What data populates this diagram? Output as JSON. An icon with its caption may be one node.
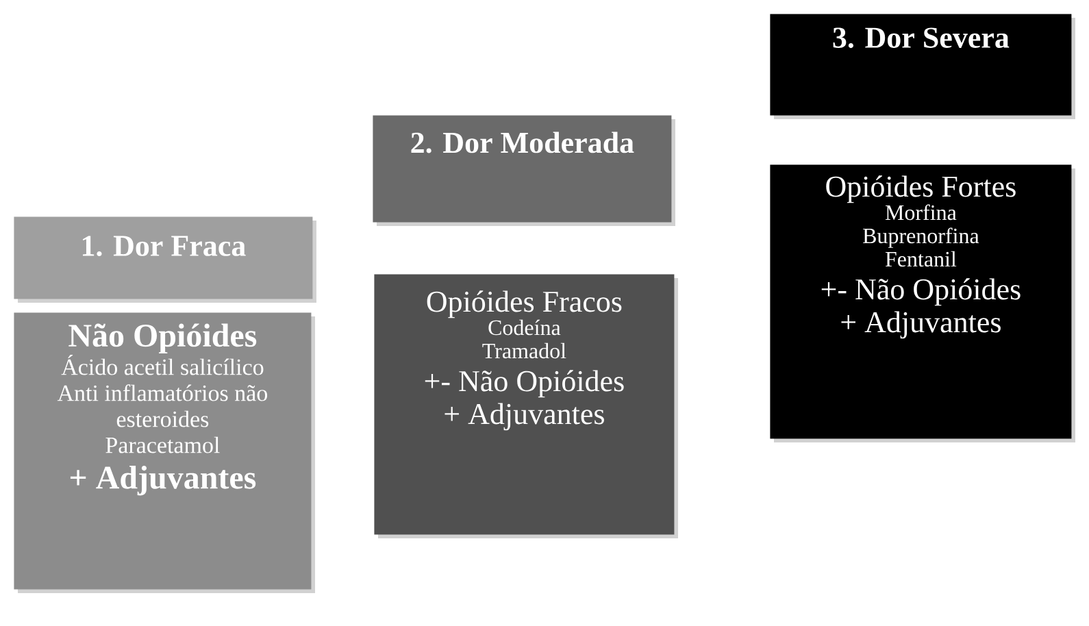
{
  "diagram": {
    "nodes": [
      {
        "text": [
          "1. Dor Fraca"
        ]
      },
      {
        "text": [
          "Não Opióides",
          "Ácido acetil salicílico",
          "Anti inflamatórios não esteroides",
          "Paracetamol",
          "+ Adjuvantes"
        ]
      },
      {
        "text": [
          "2. Dor Moderada"
        ]
      },
      {
        "text": [
          "Opióides Fracos",
          "Codeína",
          "Tramadol",
          "+- Não Opióides",
          "+ Adjuvantes"
        ]
      },
      {
        "text": [
          "3. Dor Severa"
        ]
      },
      {
        "text": [
          "Opióides Fortes",
          "Morfina",
          "Buprenorfina",
          "Fentanil",
          "+- Não Opióides",
          "+ Adjuvantes"
        ]
      }
    ]
  }
}
